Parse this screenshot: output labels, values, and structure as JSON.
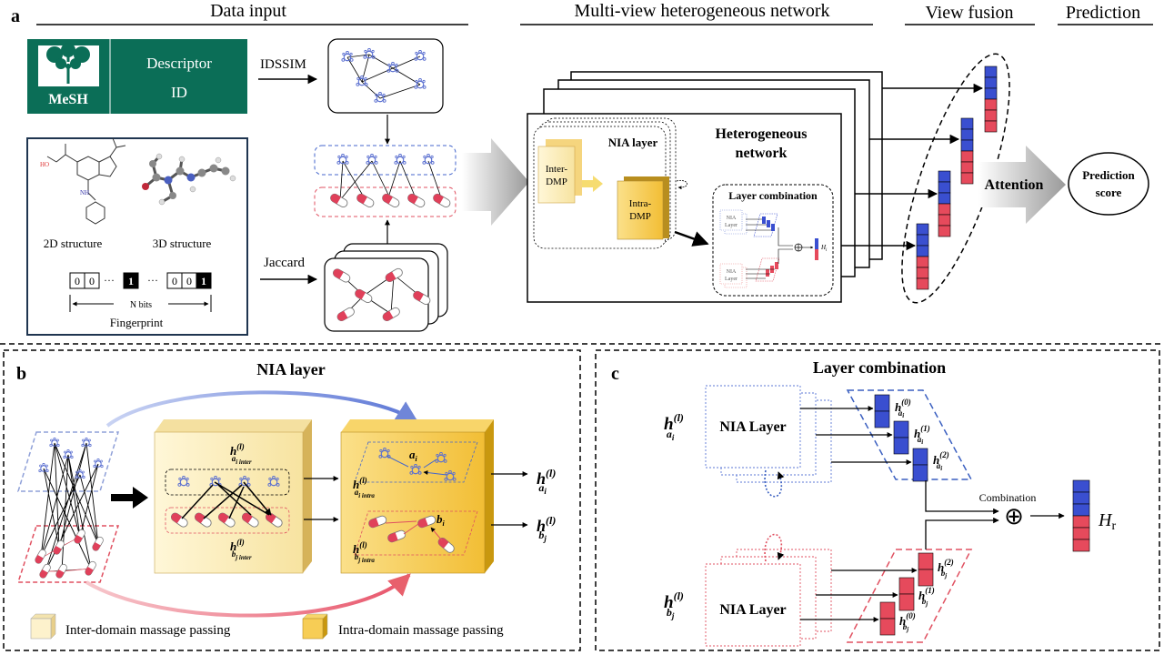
{
  "panel_a": {
    "letter": "a",
    "data_input": "Data input",
    "multiview": "Multi-view heterogeneous network",
    "view_fusion": "View fusion",
    "prediction": "Prediction",
    "mesh_logo": "MeSH",
    "descriptor": "Descriptor",
    "id": "ID",
    "idssim": "IDSSIM",
    "jaccard": "Jaccard",
    "structure_2d": "2D structure",
    "structure_3d": "3D structure",
    "bits": [
      "0",
      "0",
      "1",
      "0",
      "0",
      "1"
    ],
    "ellipsis": "···",
    "n_bits": "N bits",
    "fingerprint": "Fingerprint",
    "nia_layer": "NIA layer",
    "inter_dmp": [
      "Inter-",
      "DMP"
    ],
    "intra_dmp": [
      "Intra-",
      "DMP"
    ],
    "hetero": [
      "Heterogeneous",
      "network"
    ],
    "layer_combination": "Layer combination",
    "nia_small": [
      "NIA",
      "Layer"
    ],
    "h_small": "H",
    "h_small_sub": "i",
    "attention": "Attention",
    "prediction_score": [
      "Prediction",
      "score"
    ]
  },
  "panel_b": {
    "letter": "b",
    "title": "NIA layer",
    "h_inter_a": "h",
    "h_inter_a_sup": "(l)",
    "h_inter_a_sub": "a",
    "h_inter_a_subsub": "i inter",
    "h_inter_b_sub": "b",
    "h_inter_b_subsub": "j inter",
    "h_intra_a_subsub": "i intra",
    "h_intra_b_subsub": "j intra",
    "a_i": "a",
    "a_i_sub": "i",
    "b_i": "b",
    "b_i_sub": "i",
    "out_a_sub": "a",
    "out_a_subsub": "i",
    "out_b_sub": "b",
    "out_b_subsub": "j",
    "legend_inter": "Inter-domain massage passing",
    "legend_intra": "Intra-domain massage passing"
  },
  "panel_c": {
    "letter": "c",
    "title": "Layer combination",
    "nia_layer": "NIA Layer",
    "combination": "Combination",
    "hr": "H",
    "hr_sub": "r",
    "sup_levels": [
      "(0)",
      "(1)",
      "(2)"
    ],
    "h": "h",
    "sup_l": "(l)",
    "a_sub": "a",
    "a_subsub": "i",
    "b_sub": "b",
    "b_subsub": "j",
    "oplus": "⊕"
  },
  "colors": {
    "mesh_green": "#0b6e57",
    "blue": "#3a4fd0",
    "red": "#e64a5c",
    "inter_fill": "#fdf2cc",
    "intra_fill": "#f7cd55",
    "dashed_blue": "#4466cc",
    "dashed_red": "#e05060"
  }
}
